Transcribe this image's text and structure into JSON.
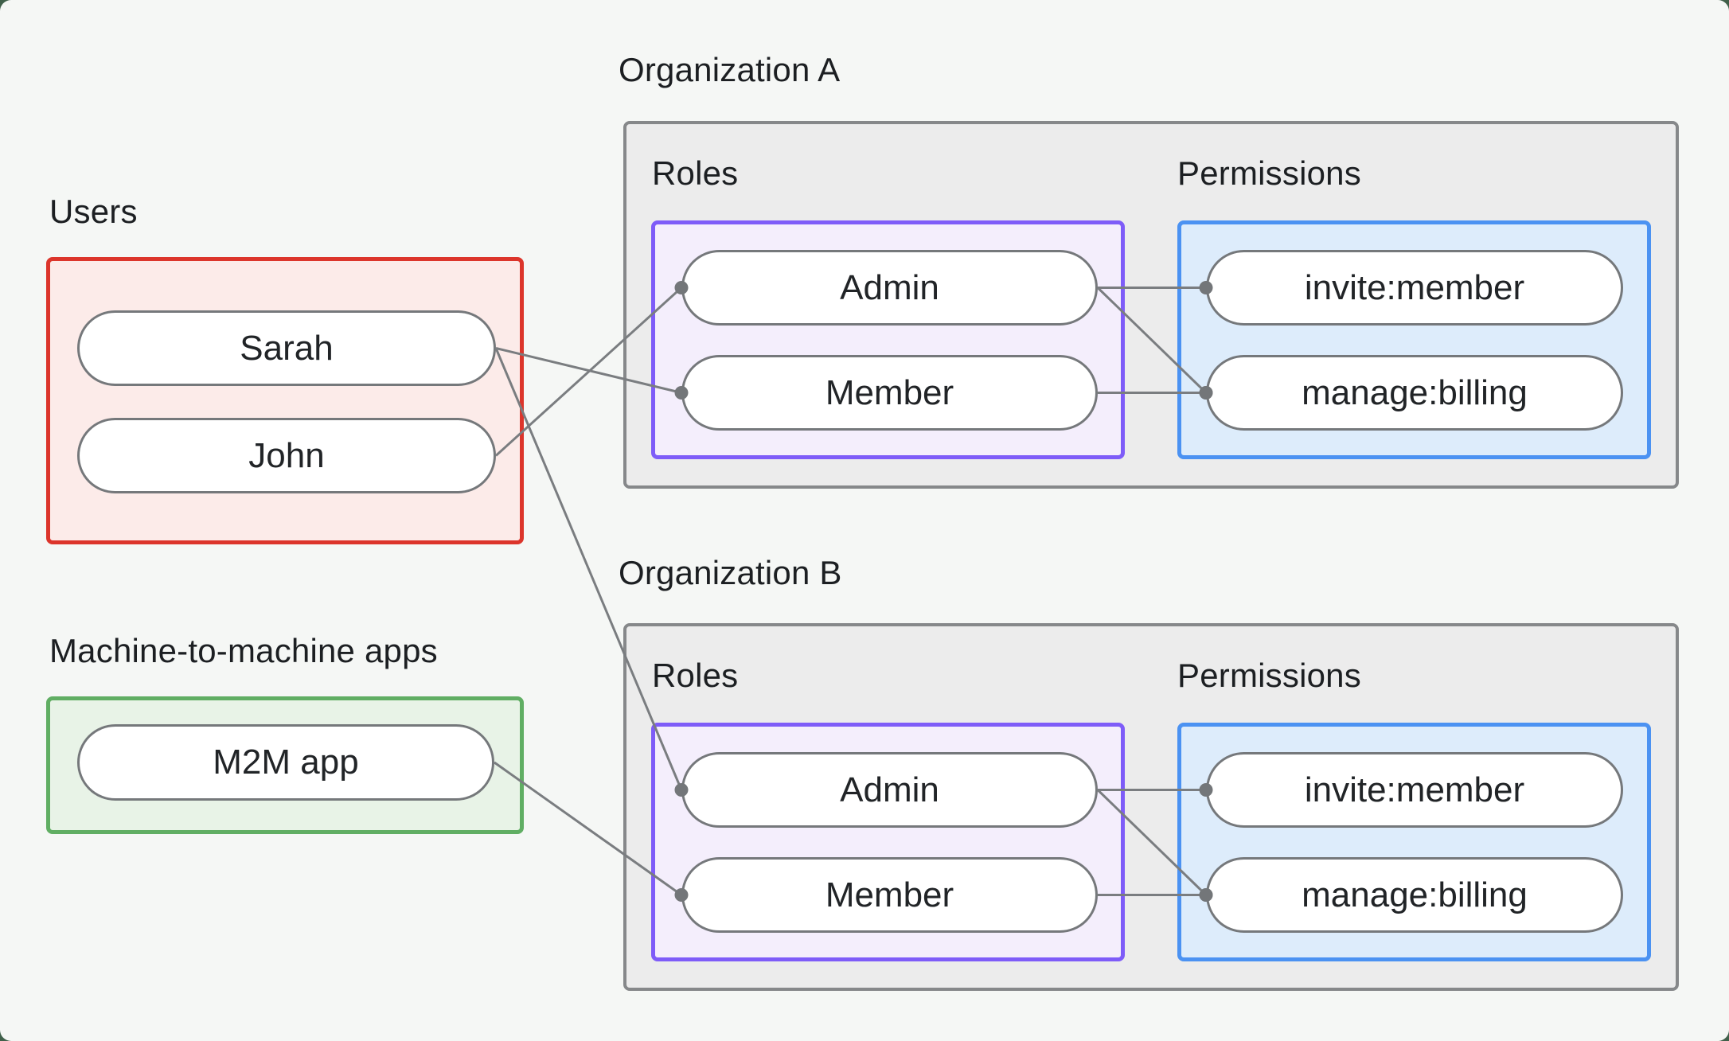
{
  "page": {
    "background": "#f5f7f5",
    "outer_background": "#40604a"
  },
  "users_group": {
    "label": "Users",
    "border_color": "#dc352b",
    "fill_color": "#fcebe9",
    "members": [
      {
        "id": "sarah",
        "label": "Sarah"
      },
      {
        "id": "john",
        "label": "John"
      }
    ]
  },
  "m2m_group": {
    "label": "Machine-to-machine apps",
    "border_color": "#60ae63",
    "fill_color": "#e8f3e7",
    "members": [
      {
        "id": "m2m-app",
        "label": "M2M app"
      }
    ]
  },
  "organizations": [
    {
      "title": "Organization A",
      "roles_label": "Roles",
      "permissions_label": "Permissions",
      "roles": [
        {
          "id": "orgA-admin",
          "label": "Admin"
        },
        {
          "id": "orgA-member",
          "label": "Member"
        }
      ],
      "permissions": [
        {
          "id": "orgA-invite",
          "label": "invite:member"
        },
        {
          "id": "orgA-manage",
          "label": "manage:billing"
        }
      ]
    },
    {
      "title": "Organization B",
      "roles_label": "Roles",
      "permissions_label": "Permissions",
      "roles": [
        {
          "id": "orgB-admin",
          "label": "Admin"
        },
        {
          "id": "orgB-member",
          "label": "Member"
        }
      ],
      "permissions": [
        {
          "id": "orgB-invite",
          "label": "invite:member"
        },
        {
          "id": "orgB-manage",
          "label": "manage:billing"
        }
      ]
    }
  ],
  "edges": [
    {
      "from": "sarah",
      "to": "orgA-member"
    },
    {
      "from": "sarah",
      "to": "orgB-admin"
    },
    {
      "from": "john",
      "to": "orgA-admin"
    },
    {
      "from": "m2m-app",
      "to": "orgB-member"
    },
    {
      "from": "orgA-admin",
      "to": "orgA-invite"
    },
    {
      "from": "orgA-admin",
      "to": "orgA-manage"
    },
    {
      "from": "orgA-member",
      "to": "orgA-manage"
    },
    {
      "from": "orgB-admin",
      "to": "orgB-invite"
    },
    {
      "from": "orgB-admin",
      "to": "orgB-manage"
    },
    {
      "from": "orgB-member",
      "to": "orgB-manage"
    }
  ],
  "edge_style": {
    "line_color": "#7a7d80",
    "line_width": 3,
    "dot_color": "#737679",
    "dot_radius": 8.5
  },
  "box_colors": {
    "roles_border": "#7e5cf8",
    "roles_fill": "#f4eefc",
    "permissions_border": "#4b92f2",
    "permissions_fill": "#ddecfb",
    "org_fill": "#ececec",
    "org_border": "#86888a",
    "pill_border": "#75787b"
  }
}
